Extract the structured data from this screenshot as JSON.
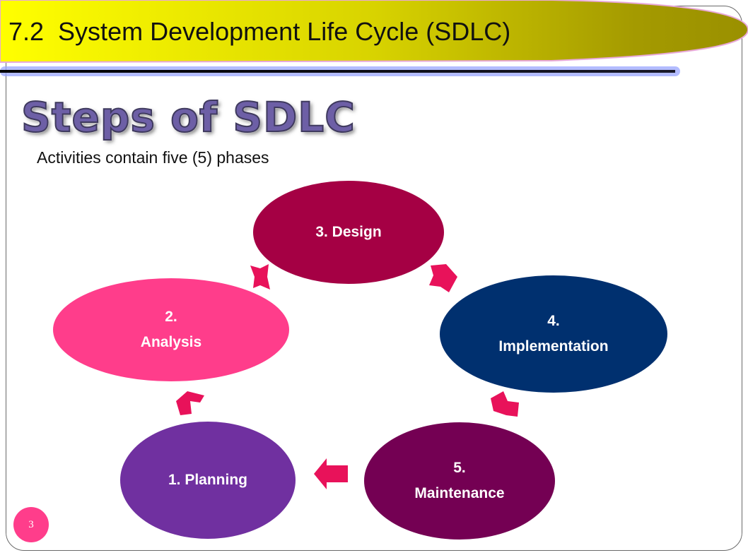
{
  "slide": {
    "title": "7.2  System Development Life Cycle (SDLC)",
    "heading": "Steps of SDLC",
    "subtitle": "Activities contain five (5) phases",
    "page_number": "3"
  },
  "phases": {
    "design": {
      "lines": [
        "3. Design"
      ],
      "color": "#a50044"
    },
    "implementation": {
      "lines": [
        "4.",
        "Implementation"
      ],
      "color": "#00306f"
    },
    "maintenance": {
      "lines": [
        "5.",
        "Maintenance"
      ],
      "color": "#740053"
    },
    "planning": {
      "lines": [
        "1. Planning"
      ],
      "color": "#7030a0"
    },
    "analysis": {
      "lines": [
        "2.",
        "Analysis"
      ],
      "color": "#ff3d8b"
    }
  },
  "arrows": [
    {
      "from": "planning",
      "to": "analysis"
    },
    {
      "from": "analysis",
      "to": "design"
    },
    {
      "from": "design",
      "to": "implementation"
    },
    {
      "from": "implementation",
      "to": "maintenance"
    },
    {
      "from": "maintenance",
      "to": "planning"
    }
  ],
  "colors": {
    "accent_pink": "#ff3d8b",
    "banner_yellow": "#ffff00",
    "banner_olive": "#a49a00",
    "heading_purple": "#6d5fa6"
  }
}
